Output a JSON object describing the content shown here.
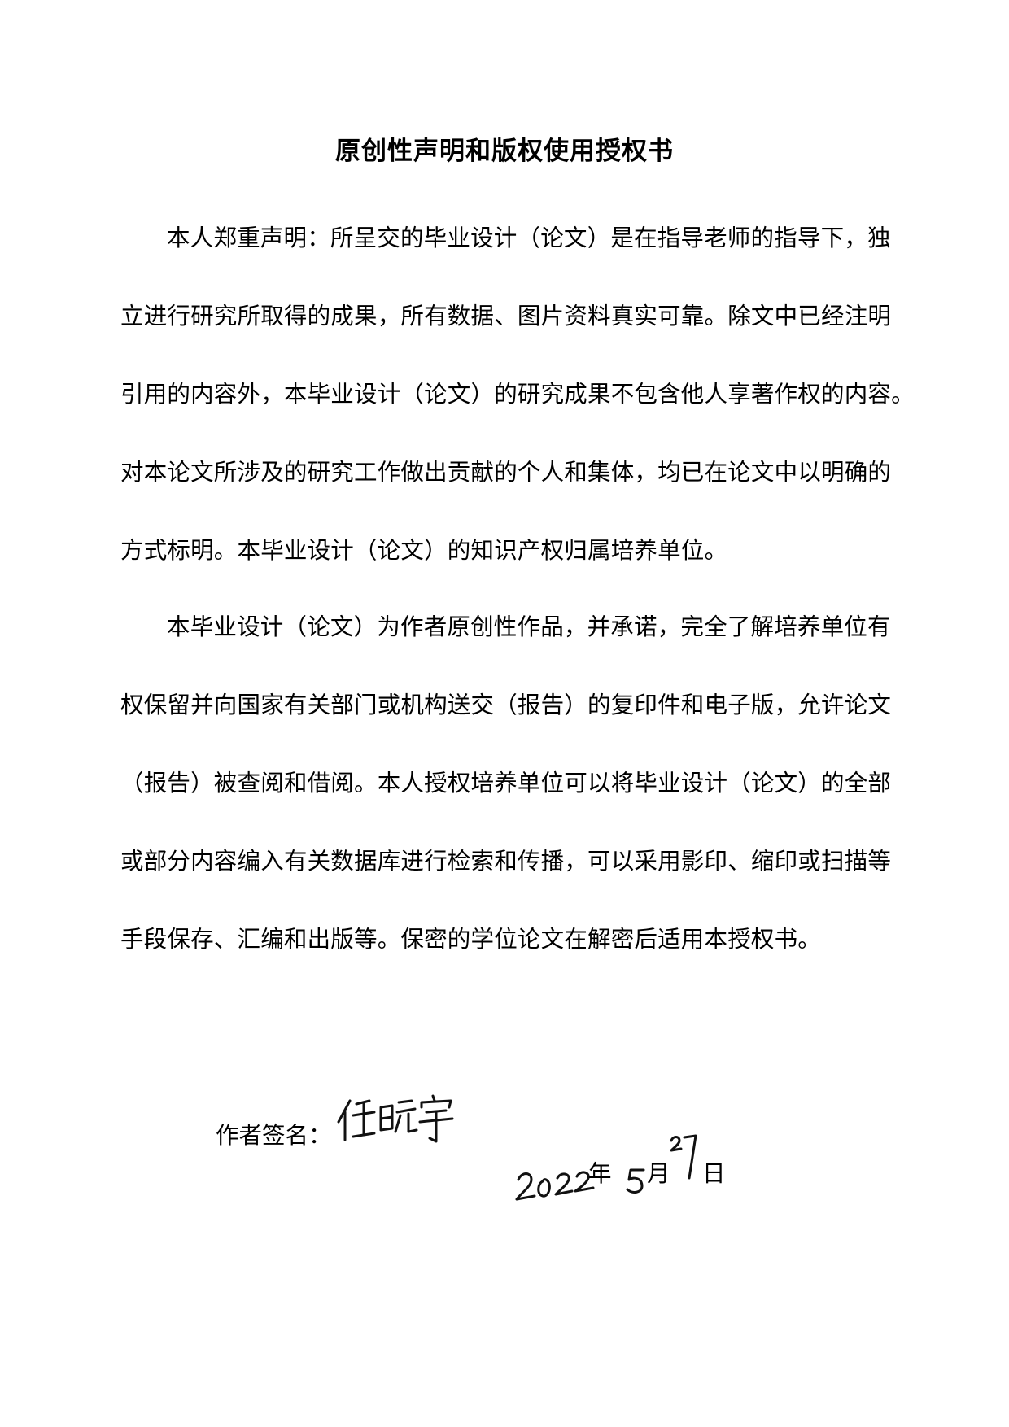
{
  "title": "原创性声明和版权使用授权书",
  "paragraph1": [
    "本人郑重声明：所呈交的毕业设计（论文）是在指导老师的指导下，独",
    "立进行研究所取得的成果，所有数据、图片资料真实可靠。除文中已经注明",
    "引用的内容外，本毕业设计（论文）的研究成果不包含他人享著作权的内容。",
    "对本论文所涉及的研究工作做出贡献的个人和集体，均已在论文中以明确的",
    "方式标明。本毕业设计（论文）的知识产权归属培养单位。"
  ],
  "paragraph2": [
    "本毕业设计（论文）为作者原创性作品，并承诺，完全了解培养单位有",
    "权保留并向国家有关部门或机构送交（报告）的复印件和电子版，允许论文",
    "（报告）被查阅和借阅。本人授权培养单位可以将毕业设计（论文）的全部",
    "或部分内容编入有关数据库进行检索和传播，可以采用影印、缩印或扫描等",
    "手段保存、汇编和出版等。保密的学位论文在解密后适用本授权书。"
  ],
  "signature": {
    "label": "作者签名：",
    "handwritten_name": "任晓宇"
  },
  "date": {
    "year_handwritten": "2022",
    "year_unit": "年",
    "month_handwritten": "5",
    "month_unit": "月",
    "day_handwritten": "27",
    "day_unit": "日"
  }
}
